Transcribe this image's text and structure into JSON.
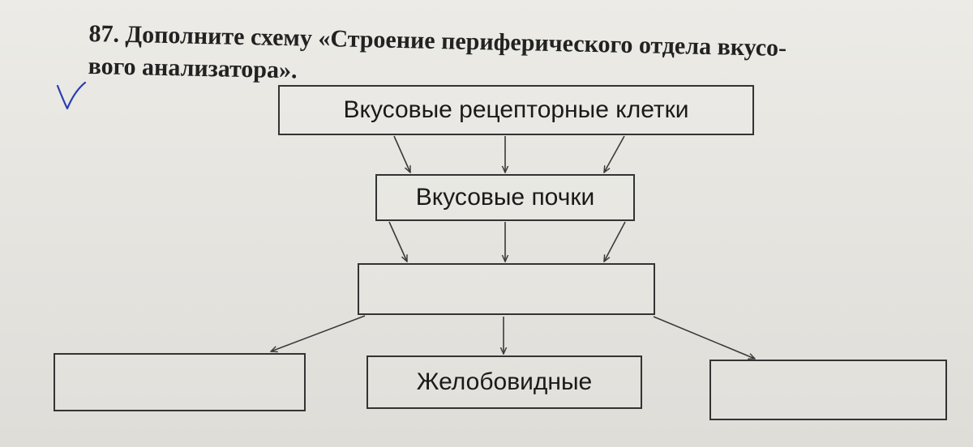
{
  "task": {
    "heading_line1": "87. Дополните схему «Строение периферического отдела вкусо-",
    "heading_line2": "вого анализатора»."
  },
  "diagram": {
    "top_box": "Вкусовые рецепторные клетки",
    "middle_box": "Вкусовые почки",
    "blank_box_center": "",
    "blank_box_left": "",
    "bottom_center_box": "Желобовидные",
    "blank_box_right": ""
  },
  "colors": {
    "ink": "#333333",
    "check_mark": "#2a3fb0"
  },
  "icons": {
    "check_mark": "check-icon"
  }
}
